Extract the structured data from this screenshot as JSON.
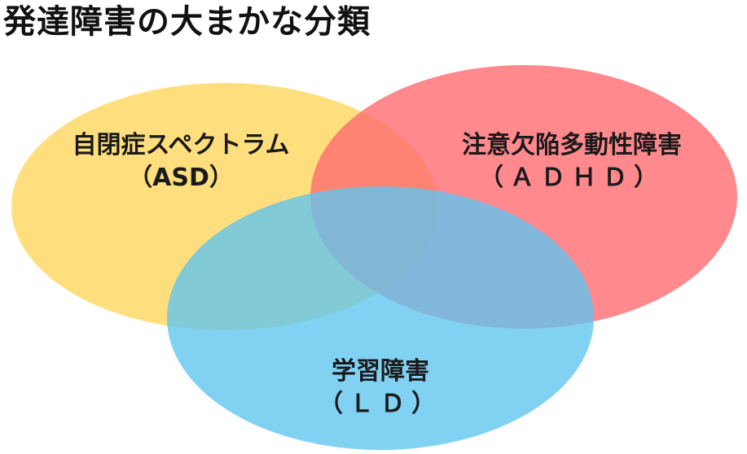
{
  "title": "発達障害の大まかな分類",
  "sets": [
    {
      "id": "asd",
      "name": "自閉症スペクトラム",
      "abbr": "（ASD）",
      "color": "#FFD966"
    },
    {
      "id": "adhd",
      "name": "注意欠陥多動性障害",
      "abbr": "（ＡＤＨＤ）",
      "color": "#FF7C80"
    },
    {
      "id": "ld",
      "name": "学習障害",
      "abbr": "（ＬＤ）",
      "color": "#6DD0F5"
    }
  ]
}
